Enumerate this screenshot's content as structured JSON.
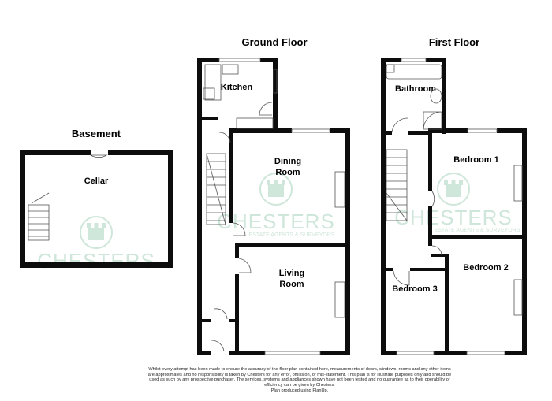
{
  "floors": {
    "basement": {
      "title": "Basement",
      "rooms": [
        "Cellar"
      ]
    },
    "ground": {
      "title": "Ground Floor",
      "rooms": [
        "Kitchen",
        "Dining",
        "Room",
        "Living",
        "Room"
      ]
    },
    "first": {
      "title": "First Floor",
      "rooms": [
        "Bathroom",
        "Bedroom 1",
        "Bedroom 2",
        "Bedroom 3"
      ]
    }
  },
  "watermark": {
    "brand": "CHESTERS",
    "tagline": "ESTATE AGENTS & SURVEYORS",
    "color": "#cfe6da"
  },
  "disclaimer": {
    "lines": [
      "Whilst every attempt has been made to ensure the accuracy of the floor plan contained here, measurements of doors, windows, rooms and any other items",
      "are approximates and no responsibility is taken by Chesters for any error, omission, or mis-statement. This plan is for illustrate purposes only and should be",
      "used as such by any prospective purchaser. The services, systems and appliances shown have not been tested and no guarantee as to their operability or",
      "efficiency can be given by Chesters.",
      "Plan produced using PlanUp."
    ]
  },
  "wall_color": "#0d0d0d"
}
